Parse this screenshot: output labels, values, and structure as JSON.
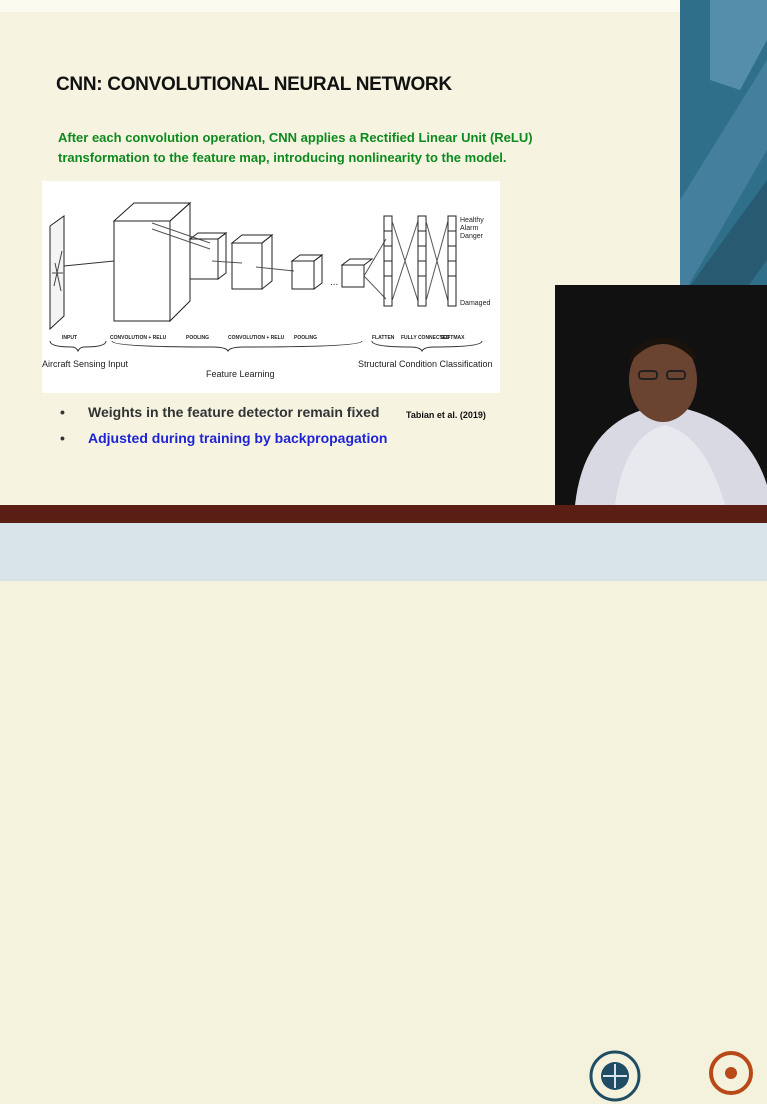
{
  "slide": {
    "title": "CNN: CONVOLUTIONAL NEURAL NETWORK",
    "intro": "After each convolution operation, CNN applies a Rectified Linear Unit (ReLU) transformation to the feature map, introducing nonlinearity to the model.",
    "figure": {
      "stage_labels": [
        "INPUT",
        "CONVOLUTION + RELU",
        "POOLING",
        "CONVOLUTION + RELU",
        "POOLING",
        "FLATTEN",
        "FULLY CONNECTED",
        "SOFTMAX"
      ],
      "group_labels": [
        "Aircraft Sensing Input",
        "Feature Learning",
        "Structural Condition Classification"
      ],
      "outputs": [
        "Healthy",
        "Alarm",
        "Danger",
        "Damaged"
      ]
    },
    "bullets": [
      "Weights in the feature detector remain fixed",
      "Adjusted during training by backpropagation"
    ],
    "citation": "Tabian et al. (2019)"
  },
  "colors": {
    "title": "#111111",
    "intro": "#0d8a1f",
    "bullet_highlight": "#1f23d6",
    "panel": "#2f6f8a",
    "bottom_bar": "#5a1e14"
  }
}
